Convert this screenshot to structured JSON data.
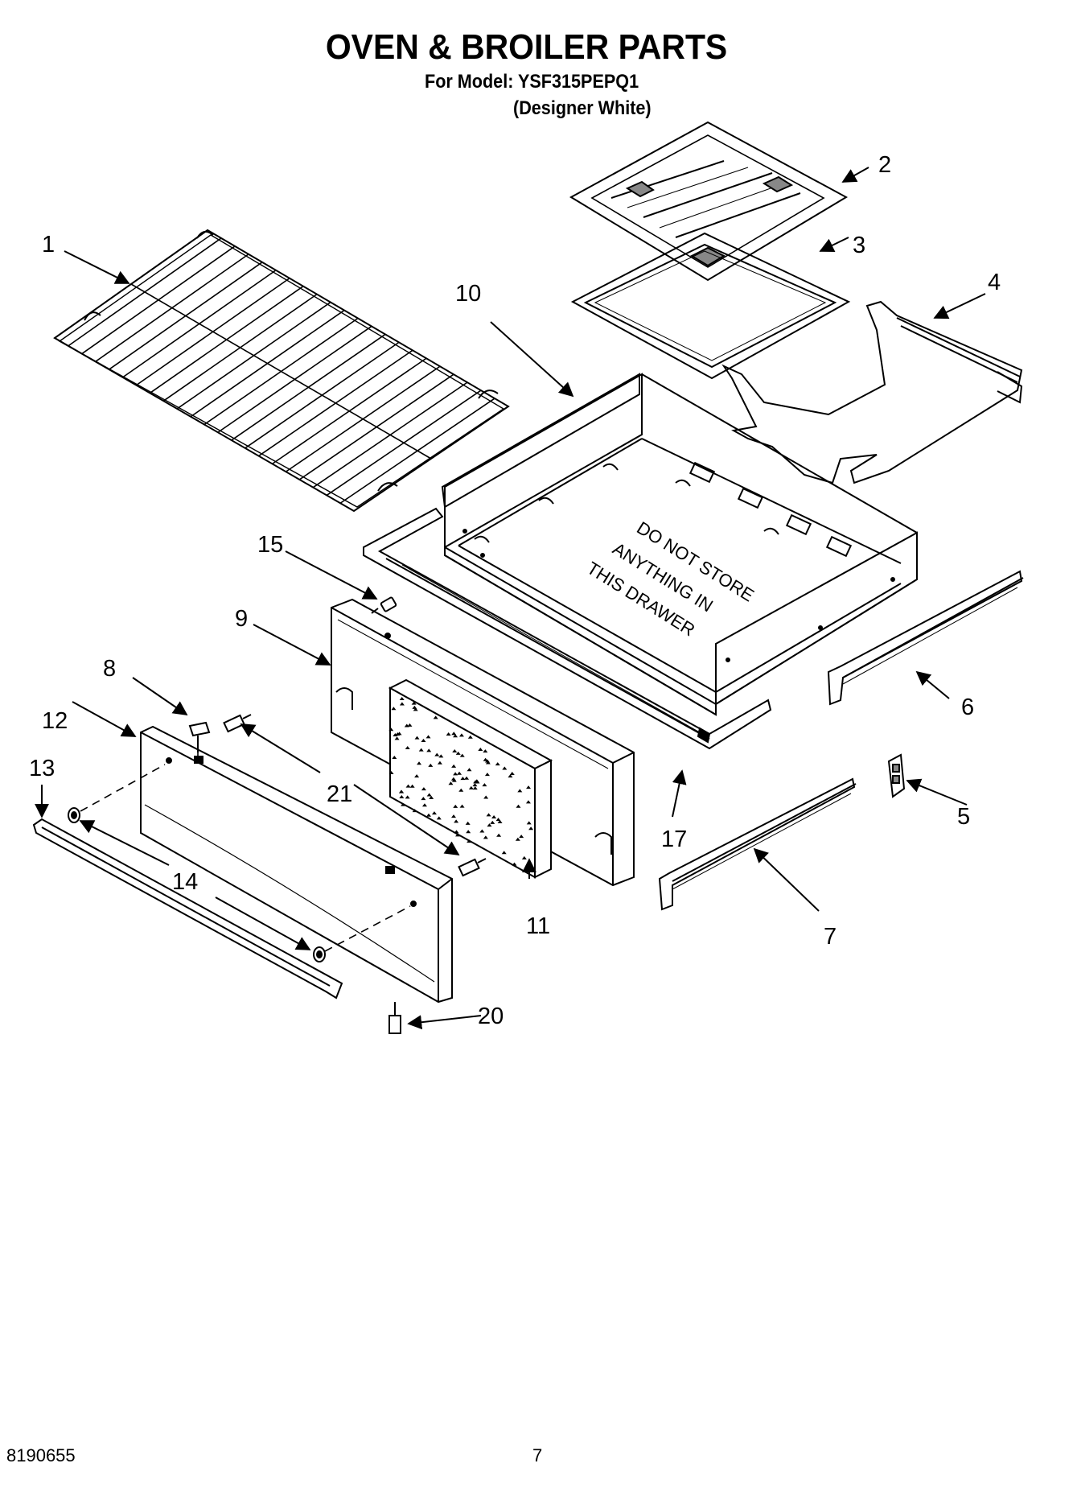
{
  "header": {
    "title": "OVEN & BROILER PARTS",
    "model": "For Model: YSF315PEPQ1",
    "variant": "(Designer White)"
  },
  "drawer_notice": {
    "line1": "DO NOT STORE",
    "line2": "ANYTHING IN",
    "line3": "THIS DRAWER"
  },
  "callouts": {
    "c1": "1",
    "c2": "2",
    "c3": "3",
    "c4": "4",
    "c5": "5",
    "c6": "6",
    "c7": "7",
    "c8": "8",
    "c9": "9",
    "c10": "10",
    "c11": "11",
    "c12": "12",
    "c13": "13",
    "c14": "14",
    "c15": "15",
    "c17": "17",
    "c20": "20",
    "c21": "21"
  },
  "footer": {
    "doc_number": "8190655",
    "page_number": "7"
  }
}
